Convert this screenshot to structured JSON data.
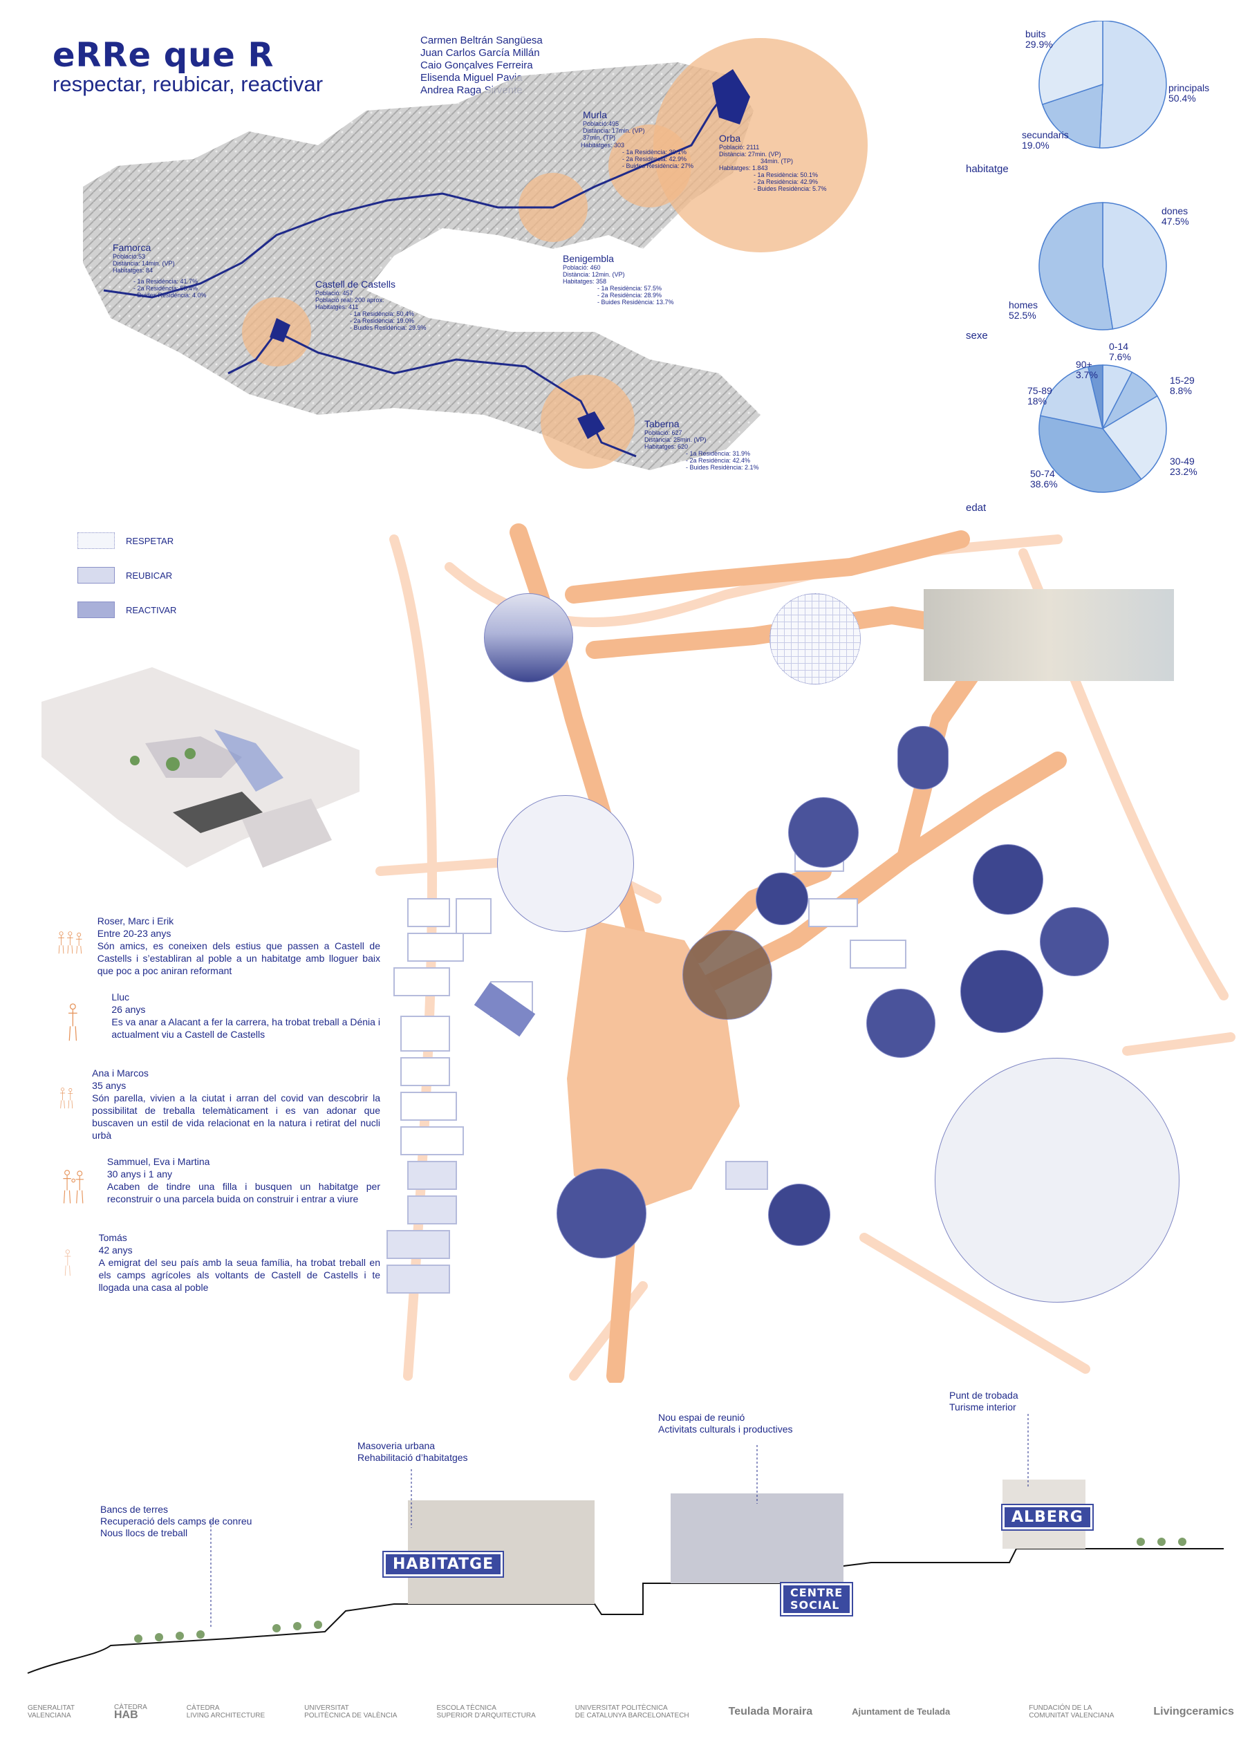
{
  "header": {
    "title": "eRRe que R",
    "subtitle": "respectar, reubicar, reactivar",
    "authors": [
      "Carmen Beltrán Sangüesa",
      "Juan Carlos García Millán",
      "Caio Gonçalves Ferreira",
      "Elisenda Miguel Pavia",
      "Andrea Raga Sirvente"
    ]
  },
  "towns": {
    "murla": {
      "name": "Murla",
      "lines": [
        "Població:495",
        "Distància: 17min. (VP)",
        "37min. (TP)",
        "Habitatges: 303",
        "- 1a Residència: 30.1%",
        "- 2a Residència: 42.9%",
        "- Buides Residència: 27%"
      ]
    },
    "orba": {
      "name": "Orba",
      "lines": [
        "Població: 2111",
        "Distància: 27min. (VP)",
        "34min. (TP)",
        "Habitatges: 1.843",
        "- 1a Residència: 50.1%",
        "- 2a Residència: 42.9%",
        "- Buides Residència: 5.7%"
      ]
    },
    "famorca": {
      "name": "Famorca",
      "lines": [
        "Població:53",
        "Distància: 14min. (VP)",
        "Habitatges: 84",
        "- 1a Residència: 41.7%",
        "- 2a Residència: 53.4%",
        "- Buides Residència: 4.0%"
      ]
    },
    "castell": {
      "name": "Castell de Castells",
      "lines": [
        "Població: 457",
        "Població real: 200 aprox.",
        "Habitatges: 411",
        "- 1a Residència: 50.4%",
        "- 2a Residència: 19.0%",
        "- Buides Residència: 29.9%"
      ]
    },
    "benigembla": {
      "name": "Benigembla",
      "lines": [
        "Població: 460",
        "Distància: 12min. (VP)",
        "Habitatges: 358",
        "- 1a Residència: 57.5%",
        "- 2a Residència: 28.9%",
        "- Buides Residència: 13.7%"
      ]
    },
    "tarberna": {
      "name": "Taberna",
      "lines": [
        "Població: 627",
        "Distància: 25min. (VP)",
        "Habitatges: 620",
        "- 1a Residència: 31.9%",
        "- 2a Residència: 42.4%",
        "- Buides Residència: 2.1%"
      ]
    }
  },
  "charts": {
    "habitatge": {
      "label": "habitatge",
      "slices": [
        {
          "name": "principals",
          "pct": "50.4%",
          "value": 50.4
        },
        {
          "name": "secundaris",
          "pct": "19.0%",
          "value": 19.0
        },
        {
          "name": "buits",
          "pct": "29.9%",
          "value": 29.9
        }
      ]
    },
    "sexe": {
      "label": "sexe",
      "slices": [
        {
          "name": "dones",
          "pct": "47.5%",
          "value": 47.5
        },
        {
          "name": "homes",
          "pct": "52.5%",
          "value": 52.5
        }
      ]
    },
    "edat": {
      "label": "edat",
      "slices": [
        {
          "name": "0-14",
          "pct": "7.6%",
          "value": 7.6
        },
        {
          "name": "15-29",
          "pct": "8.8%",
          "value": 8.8
        },
        {
          "name": "30-49",
          "pct": "23.2%",
          "value": 23.2
        },
        {
          "name": "50-74",
          "pct": "38.6%",
          "value": 38.6
        },
        {
          "name": "75-89",
          "pct": "18%",
          "value": 18
        },
        {
          "name": "90+",
          "pct": "3.7%",
          "value": 3.7
        }
      ]
    }
  },
  "legend": [
    {
      "label": "RESPETAR",
      "color": "#f4f6fb"
    },
    {
      "label": "REUBICAR",
      "color": "#d7dbee"
    },
    {
      "label": "REACTIVAR",
      "color": "#a9b0d9"
    }
  ],
  "personas": [
    {
      "name": "Roser, Marc i Erik",
      "age": "Entre 20-23 anys",
      "text": "Són amics, es coneixen dels estius que passen a Castell de Castells i s’establiran al poble a un habitatge amb lloguer baix que poc a poc aniran reformant"
    },
    {
      "name": "Lluc",
      "age": "26 anys",
      "text": "Es va anar a Alacant a fer la carrera, ha trobat treball a Dénia i actualment viu a Castell de Castells"
    },
    {
      "name": "Ana i Marcos",
      "age": "35 anys",
      "text": "Són parella, vivien a la ciutat i arran del covid van descobrir la possibilitat de treballa telemàticament i es van adonar que buscaven un estil de vida relacionat en la natura i retirat del nucli urbà"
    },
    {
      "name": "Sammuel, Eva i Martina",
      "age": "30 anys i 1 any",
      "text": "Acaben de tindre una filla i busquen un habitatge per reconstruir o una parcela buida on construir i entrar a viure"
    },
    {
      "name": "Tomás",
      "age": "42 anys",
      "text": "A emigrat del seu país amb la seua família, ha trobat treball en els camps agrícoles als voltants de Castell de Castells i te llogada una casa al poble"
    }
  ],
  "section": {
    "annot1": [
      "Bancs de terres",
      "Recuperació dels camps de conreu",
      "Nous llocs de treball"
    ],
    "annot2": [
      "Masoveria urbana",
      "Rehabilitació d’habitatges"
    ],
    "annot3": [
      "Nou espai de reunió",
      "Activitats culturals i productives"
    ],
    "annot4": [
      "Punt de trobada",
      "Turisme interior"
    ],
    "habitatge": "HABITATGE",
    "centre1": "CENTRE",
    "centre2": "SOCIAL",
    "alberg": "ALBERG"
  },
  "logos": [
    {
      "l1": "GENERALITAT",
      "l2": "VALENCIANA"
    },
    {
      "l1": "càtedra",
      "l2": "hab"
    },
    {
      "l1": "CÀTEDRA",
      "l2": "LIVING ARCHITECTURE"
    },
    {
      "l1": "UNIVERSITAT",
      "l2": "POLITÈCNICA DE VALÈNCIA"
    },
    {
      "l1": "ESCOLA TÈCNICA",
      "l2": "SUPERIOR D’ARQUITECTURA"
    },
    {
      "l1": "UNIVERSITAT POLITÈCNICA",
      "l2": "DE CATALUNYA BARCELONATECH"
    },
    {
      "l1": "Teulada Moraira",
      "l2": ""
    },
    {
      "l1": "Ajuntament de Teulada",
      "l2": ""
    },
    {
      "l1": "",
      "l2": ""
    },
    {
      "l1": "FUNDACIÓN DE LA",
      "l2": "COMUNITAT VALENCIANA"
    },
    {
      "l1": "Living",
      "l2": "ceramics"
    }
  ]
}
